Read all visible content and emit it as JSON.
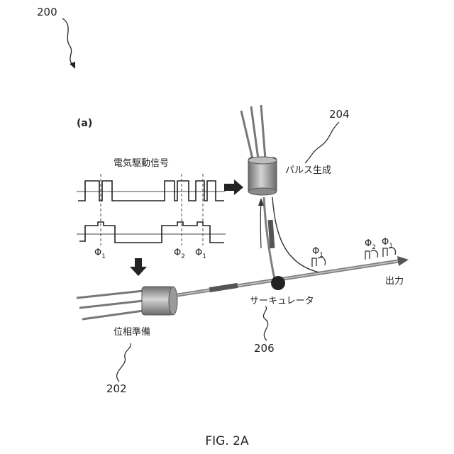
{
  "figure": {
    "ref_number": "200",
    "panel_label": "(a)",
    "caption": "FIG. 2A"
  },
  "signal": {
    "title": "電気駆動信号",
    "phase_marks": [
      {
        "label": "Φ",
        "sub": "1"
      },
      {
        "label": "Φ",
        "sub": "2"
      },
      {
        "label": "Φ",
        "sub": "1"
      }
    ]
  },
  "components": {
    "phase_prep": {
      "label": "位相準備",
      "ref": "202"
    },
    "pulse_gen": {
      "label": "パルス生成",
      "ref": "204"
    },
    "circulator": {
      "label": "サーキュレータ",
      "ref": "206"
    }
  },
  "output": {
    "label": "出力",
    "phase_marks": [
      {
        "label": "Φ",
        "sub": "1"
      },
      {
        "label": "Φ",
        "sub": "2"
      },
      {
        "label": "Φ",
        "sub": "1"
      }
    ]
  },
  "colors": {
    "line": "#222222",
    "component_body": "#9a9a9a",
    "fiber": "#7f7f7f"
  }
}
